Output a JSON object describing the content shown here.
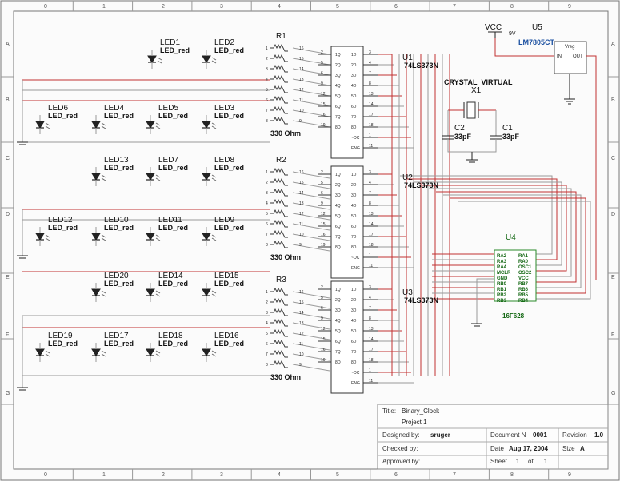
{
  "border": {
    "columns": [
      "0",
      "1",
      "2",
      "3",
      "4",
      "5",
      "6",
      "7",
      "8",
      "9"
    ],
    "rows": [
      "A",
      "B",
      "C",
      "D",
      "E",
      "F",
      "G"
    ]
  },
  "leds": [
    {
      "ref": "LED1",
      "value": "LED_red"
    },
    {
      "ref": "LED2",
      "value": "LED_red"
    },
    {
      "ref": "LED6",
      "value": "LED_red"
    },
    {
      "ref": "LED4",
      "value": "LED_red"
    },
    {
      "ref": "LED5",
      "value": "LED_red"
    },
    {
      "ref": "LED3",
      "value": "LED_red"
    },
    {
      "ref": "LED13",
      "value": "LED_red"
    },
    {
      "ref": "LED7",
      "value": "LED_red"
    },
    {
      "ref": "LED8",
      "value": "LED_red"
    },
    {
      "ref": "LED12",
      "value": "LED_red"
    },
    {
      "ref": "LED10",
      "value": "LED_red"
    },
    {
      "ref": "LED11",
      "value": "LED_red"
    },
    {
      "ref": "LED9",
      "value": "LED_red"
    },
    {
      "ref": "LED20",
      "value": "LED_red"
    },
    {
      "ref": "LED14",
      "value": "LED_red"
    },
    {
      "ref": "LED15",
      "value": "LED_red"
    },
    {
      "ref": "LED19",
      "value": "LED_red"
    },
    {
      "ref": "LED17",
      "value": "LED_red"
    },
    {
      "ref": "LED18",
      "value": "LED_red"
    },
    {
      "ref": "LED16",
      "value": "LED_red"
    }
  ],
  "resistors": [
    {
      "ref": "R1",
      "value": "330 Ohm",
      "pins_left": [
        "1",
        "2",
        "3",
        "4",
        "5",
        "6",
        "7",
        "8"
      ],
      "pins_right": [
        "16",
        "15",
        "14",
        "13",
        "12",
        "11",
        "10",
        "9"
      ]
    },
    {
      "ref": "R2",
      "value": "330 Ohm",
      "pins_left": [
        "1",
        "2",
        "3",
        "4",
        "5",
        "6",
        "7",
        "8"
      ],
      "pins_right": [
        "16",
        "15",
        "14",
        "13",
        "12",
        "11",
        "10",
        "9"
      ]
    },
    {
      "ref": "R3",
      "value": "330 Ohm",
      "pins_left": [
        "1",
        "2",
        "3",
        "4",
        "5",
        "6",
        "7",
        "8"
      ],
      "pins_right": [
        "16",
        "15",
        "14",
        "13",
        "12",
        "11",
        "10",
        "9"
      ]
    }
  ],
  "latches": [
    {
      "ref": "U1",
      "part": "74LS373N"
    },
    {
      "ref": "U2",
      "part": "74LS373N"
    },
    {
      "ref": "U3",
      "part": "74LS373N"
    }
  ],
  "latch_pins": {
    "left_nums": [
      "2",
      "5",
      "6",
      "9",
      "12",
      "15",
      "16",
      "19"
    ],
    "left_names": [
      "1Q",
      "2Q",
      "3Q",
      "4Q",
      "5Q",
      "6Q",
      "7Q",
      "8Q"
    ],
    "right_names": [
      "1D",
      "2D",
      "3D",
      "4D",
      "5D",
      "6D",
      "7D",
      "8D",
      "~OC",
      "ENG"
    ],
    "right_nums": [
      "3",
      "4",
      "7",
      "8",
      "13",
      "14",
      "17",
      "18",
      "1",
      "11"
    ]
  },
  "vcc": {
    "label": "VCC",
    "voltage": "9V"
  },
  "regulator": {
    "ref": "U5",
    "part": "LM7805CT",
    "title": "Vreg",
    "in": "IN",
    "out": "OUT"
  },
  "crystal": {
    "name": "CRYSTAL_VIRTUAL",
    "ref": "X1"
  },
  "caps": [
    {
      "ref": "C2",
      "value": "33pF"
    },
    {
      "ref": "C1",
      "value": "33pF"
    }
  ],
  "mcu": {
    "ref": "U4",
    "part": "16F628",
    "left_pins": [
      "RA2",
      "RA3",
      "RA4",
      "MCLR",
      "GND",
      "RB0",
      "RB1",
      "RB2",
      "RB3"
    ],
    "right_pins": [
      "RA1",
      "RA0",
      "OSC1",
      "OSC2",
      "VCC",
      "RB7",
      "RB6",
      "RB5",
      "RB4"
    ]
  },
  "title_block": {
    "title_label": "Title:",
    "title": "Binary_Clock",
    "project": "Project 1",
    "designed_by_label": "Designed by:",
    "designed_by": "sruger",
    "document_label": "Document N",
    "document_no": "0001",
    "revision_label": "Revision",
    "revision": "1.0",
    "checked_by_label": "Checked by:",
    "date_label": "Date",
    "date": "Aug 17, 2004",
    "size_label": "Size",
    "size": "A",
    "approved_by_label": "Approved by:",
    "sheet_label": "Sheet",
    "sheet": "1",
    "of_label": "of",
    "sheet_total": "1"
  }
}
